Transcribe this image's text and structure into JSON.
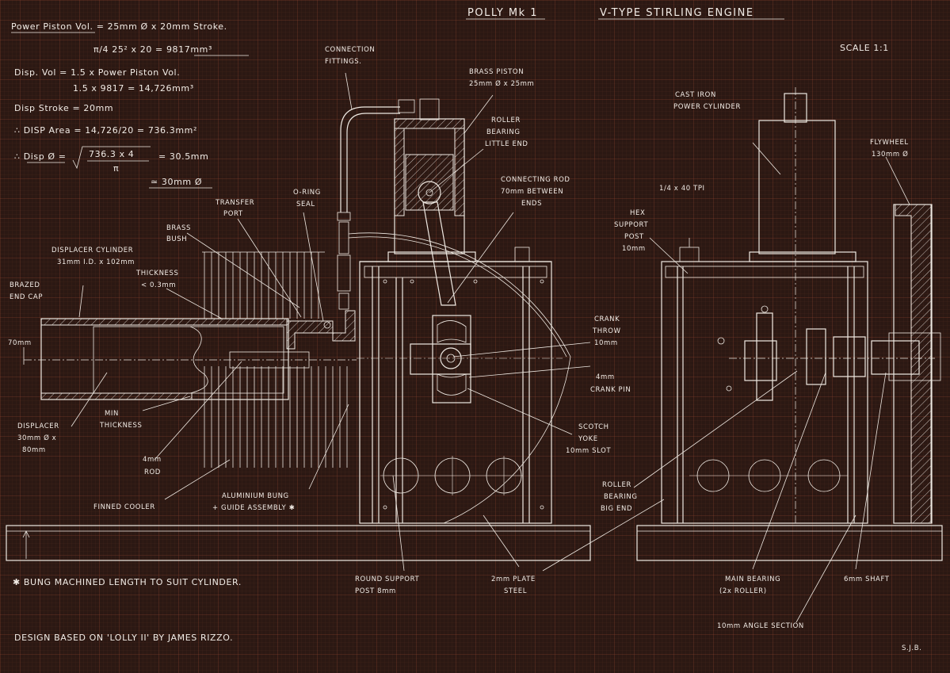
{
  "title": {
    "name": "POLLY Mk 1",
    "type": "V-TYPE STIRLING ENGINE",
    "scale": "SCALE 1:1"
  },
  "calcs": {
    "line1": "Power Piston Vol. = 25mm Ø x 20mm Stroke.",
    "line2": "π/4 25² x 20 = 9817mm³",
    "line3": "Disp. Vol = 1.5 x Power Piston Vol.",
    "line4": "1.5 x 9817 = 14,726mm³",
    "line5": "Disp Stroke = 20mm",
    "line6": "∴ DISP Area = 14,726/20 = 736.3mm²",
    "line7a": "∴ Disp Ø =",
    "line7b": "736.3 x 4",
    "line7c": "π",
    "line7d": "= 30.5mm",
    "line8": "≃ 30mm Ø"
  },
  "labels": {
    "connection_fittings_1": "CONNECTION",
    "connection_fittings_2": "FITTINGS.",
    "brass_piston_1": "BRASS PISTON",
    "brass_piston_2": "25mm Ø x 25mm",
    "roller_little_1": "ROLLER",
    "roller_little_2": "BEARING",
    "roller_little_3": "LITTLE END",
    "oring_1": "O-RING",
    "oring_2": "SEAL",
    "transfer_1": "TRANSFER",
    "transfer_2": "PORT",
    "brass_bush_1": "BRASS",
    "brass_bush_2": "BUSH",
    "conn_rod_1": "CONNECTING ROD",
    "conn_rod_2": "70mm BETWEEN",
    "conn_rod_3": "ENDS",
    "disp_cyl_1": "DISPLACER CYLINDER",
    "disp_cyl_2": "31mm I.D. x 102mm",
    "disp_cyl_3": "THICKNESS",
    "disp_cyl_4": "< 0.3mm",
    "brazed_1": "BRAZED",
    "brazed_2": "END CAP",
    "dim_70": "70mm",
    "crank_throw_1": "CRANK",
    "crank_throw_2": "THROW",
    "crank_throw_3": "10mm",
    "crank_pin_1": "4mm",
    "crank_pin_2": "CRANK PIN",
    "min_thick_1": "MIN",
    "min_thick_2": "THICKNESS",
    "displacer_1": "DISPLACER",
    "displacer_2": "30mm Ø x",
    "displacer_3": "80mm",
    "rod_1": "4mm",
    "rod_2": "ROD",
    "scotch_1": "SCOTCH",
    "scotch_2": "YOKE",
    "scotch_3": "10mm SLOT",
    "finned": "FINNED COOLER",
    "bung_1": "ALUMINIUM BUNG",
    "bung_2": "+ GUIDE ASSEMBLY ✱",
    "cast_iron_1": "CAST IRON",
    "cast_iron_2": "POWER CYLINDER",
    "flywheel_1": "FLYWHEEL",
    "flywheel_2": "130mm Ø",
    "thread": "1/4 x 40 TPI",
    "hex_1": "HEX",
    "hex_2": "SUPPORT",
    "hex_3": "POST",
    "hex_4": "10mm",
    "roller_big_1": "ROLLER",
    "roller_big_2": "BEARING",
    "roller_big_3": "BIG END",
    "round_post_1": "ROUND SUPPORT",
    "round_post_2": "POST 8mm",
    "plate_1": "2mm PLATE",
    "plate_2": "STEEL",
    "main_bearing_1": "MAIN BEARING",
    "main_bearing_2": "(2x ROLLER)",
    "shaft": "6mm SHAFT",
    "angle": "10mm ANGLE SECTION"
  },
  "notes": {
    "bung_note": "✱ BUNG MACHINED LENGTH TO SUIT CYLINDER.",
    "design_note": "DESIGN BASED ON 'LOLLY II' BY JAMES RIZZO.",
    "initials": "S.J.B."
  }
}
